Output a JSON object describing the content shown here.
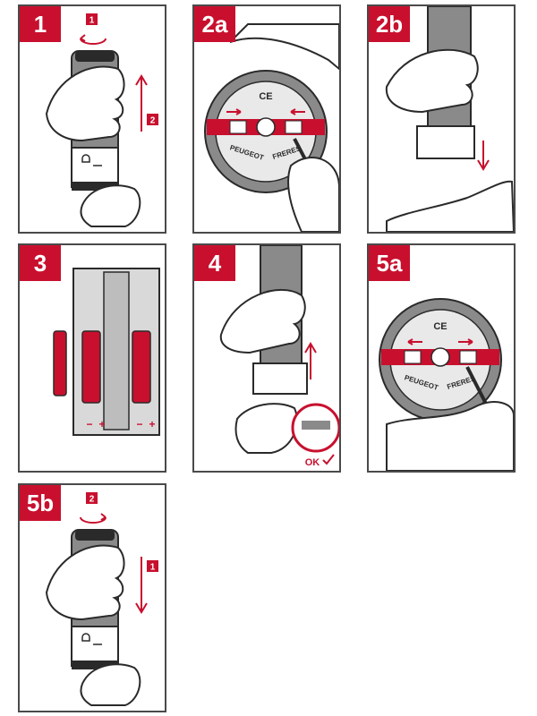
{
  "colors": {
    "accent": "#c8102e",
    "device": "#8a8a8a",
    "outline": "#2a2a2a",
    "frame": "#4a4a4a"
  },
  "panels": [
    {
      "step": "1",
      "marker_a": "1",
      "marker_b": "2"
    },
    {
      "step": "2a",
      "ce_mark": "CE",
      "brand_left": "PEUGEOT",
      "brand_right": "FRERES"
    },
    {
      "step": "2b"
    },
    {
      "step": "3",
      "minus_left": "−",
      "plus_left": "+",
      "minus_right": "−",
      "plus_right": "+"
    },
    {
      "step": "4",
      "ok_label": "OK"
    },
    {
      "step": "5a",
      "ce_mark": "CE",
      "brand_left": "PEUGEOT",
      "brand_right": "FRERES"
    },
    {
      "step": "5b",
      "marker_a": "2",
      "marker_b": "1"
    }
  ]
}
